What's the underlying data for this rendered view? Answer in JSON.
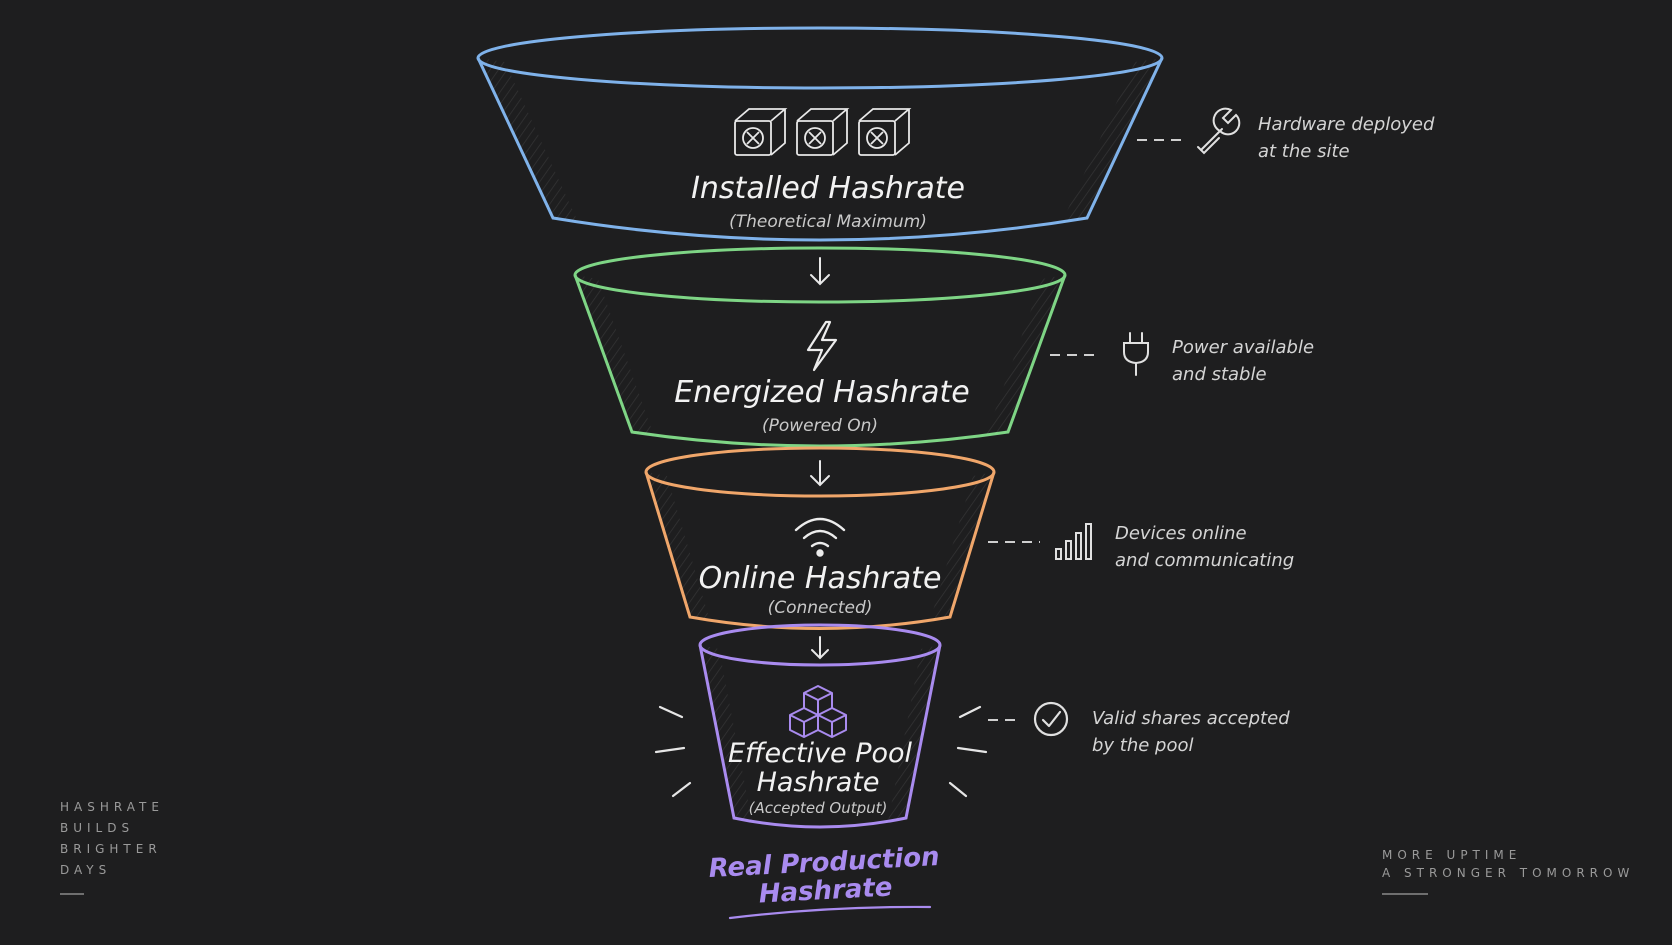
{
  "colors": {
    "background": "#1e1e1f",
    "installed": "#7fb2ea",
    "energized": "#7ed585",
    "online": "#f0a66a",
    "effective": "#a98bef",
    "text": "#f2f2f2",
    "muted": "#c9c9c9"
  },
  "stages": [
    {
      "id": "installed",
      "title": "Installed Hashrate",
      "subtitle": "(Theoretical Maximum)",
      "icon": "miner-machines-icon",
      "note_icon": "wrench-icon",
      "note": [
        "Hardware deployed",
        "at the site"
      ]
    },
    {
      "id": "energized",
      "title": "Energized Hashrate",
      "subtitle": "(Powered On)",
      "icon": "lightning-bolt-icon",
      "note_icon": "power-plug-icon",
      "note": [
        "Power available",
        "and stable"
      ]
    },
    {
      "id": "online",
      "title": "Online Hashrate",
      "subtitle": "(Connected)",
      "icon": "wifi-icon",
      "note_icon": "signal-bars-icon",
      "note": [
        "Devices online",
        "and communicating"
      ]
    },
    {
      "id": "effective",
      "title_lines": [
        "Effective Pool",
        "Hashrate"
      ],
      "subtitle": "(Accepted Output)",
      "icon": "stacked-cubes-icon",
      "note_icon": "checkmark-circle-icon",
      "note": [
        "Valid shares accepted",
        "by the pool"
      ]
    }
  ],
  "result": {
    "lines": [
      "Real Production",
      "Hashrate"
    ]
  },
  "corner_left": [
    "HASHRATE",
    "BUILDS",
    "BRIGHTER",
    "DAYS"
  ],
  "corner_right": [
    "MORE UPTIME",
    "A STRONGER TOMORROW"
  ]
}
